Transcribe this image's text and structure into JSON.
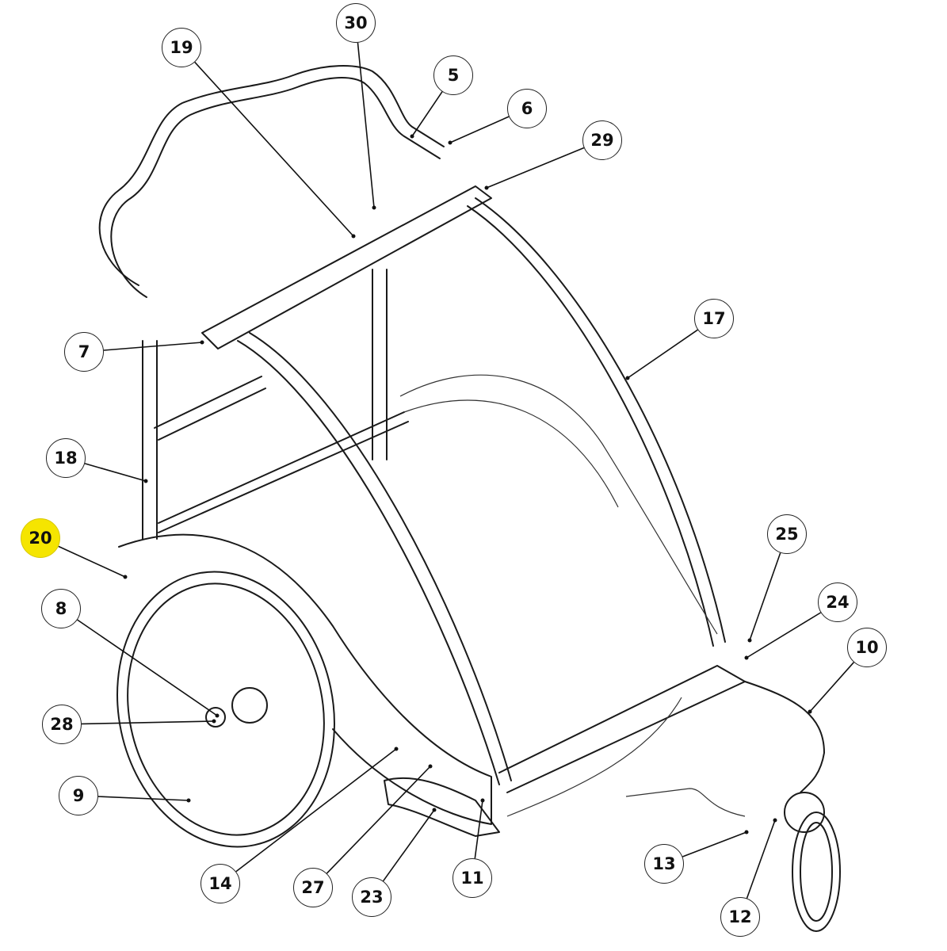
{
  "diagram": {
    "type": "exploded parts diagram",
    "highlight_color": "#f5e500",
    "callouts": [
      {
        "label": "30",
        "highlighted": false
      },
      {
        "label": "19",
        "highlighted": false
      },
      {
        "label": "5",
        "highlighted": false
      },
      {
        "label": "6",
        "highlighted": false
      },
      {
        "label": "29",
        "highlighted": false
      },
      {
        "label": "17",
        "highlighted": false
      },
      {
        "label": "7",
        "highlighted": false
      },
      {
        "label": "18",
        "highlighted": false
      },
      {
        "label": "20",
        "highlighted": true
      },
      {
        "label": "25",
        "highlighted": false
      },
      {
        "label": "24",
        "highlighted": false
      },
      {
        "label": "8",
        "highlighted": false
      },
      {
        "label": "10",
        "highlighted": false
      },
      {
        "label": "28",
        "highlighted": false
      },
      {
        "label": "9",
        "highlighted": false
      },
      {
        "label": "13",
        "highlighted": false
      },
      {
        "label": "14",
        "highlighted": false
      },
      {
        "label": "27",
        "highlighted": false
      },
      {
        "label": "23",
        "highlighted": false
      },
      {
        "label": "11",
        "highlighted": false
      },
      {
        "label": "12",
        "highlighted": false
      }
    ]
  }
}
